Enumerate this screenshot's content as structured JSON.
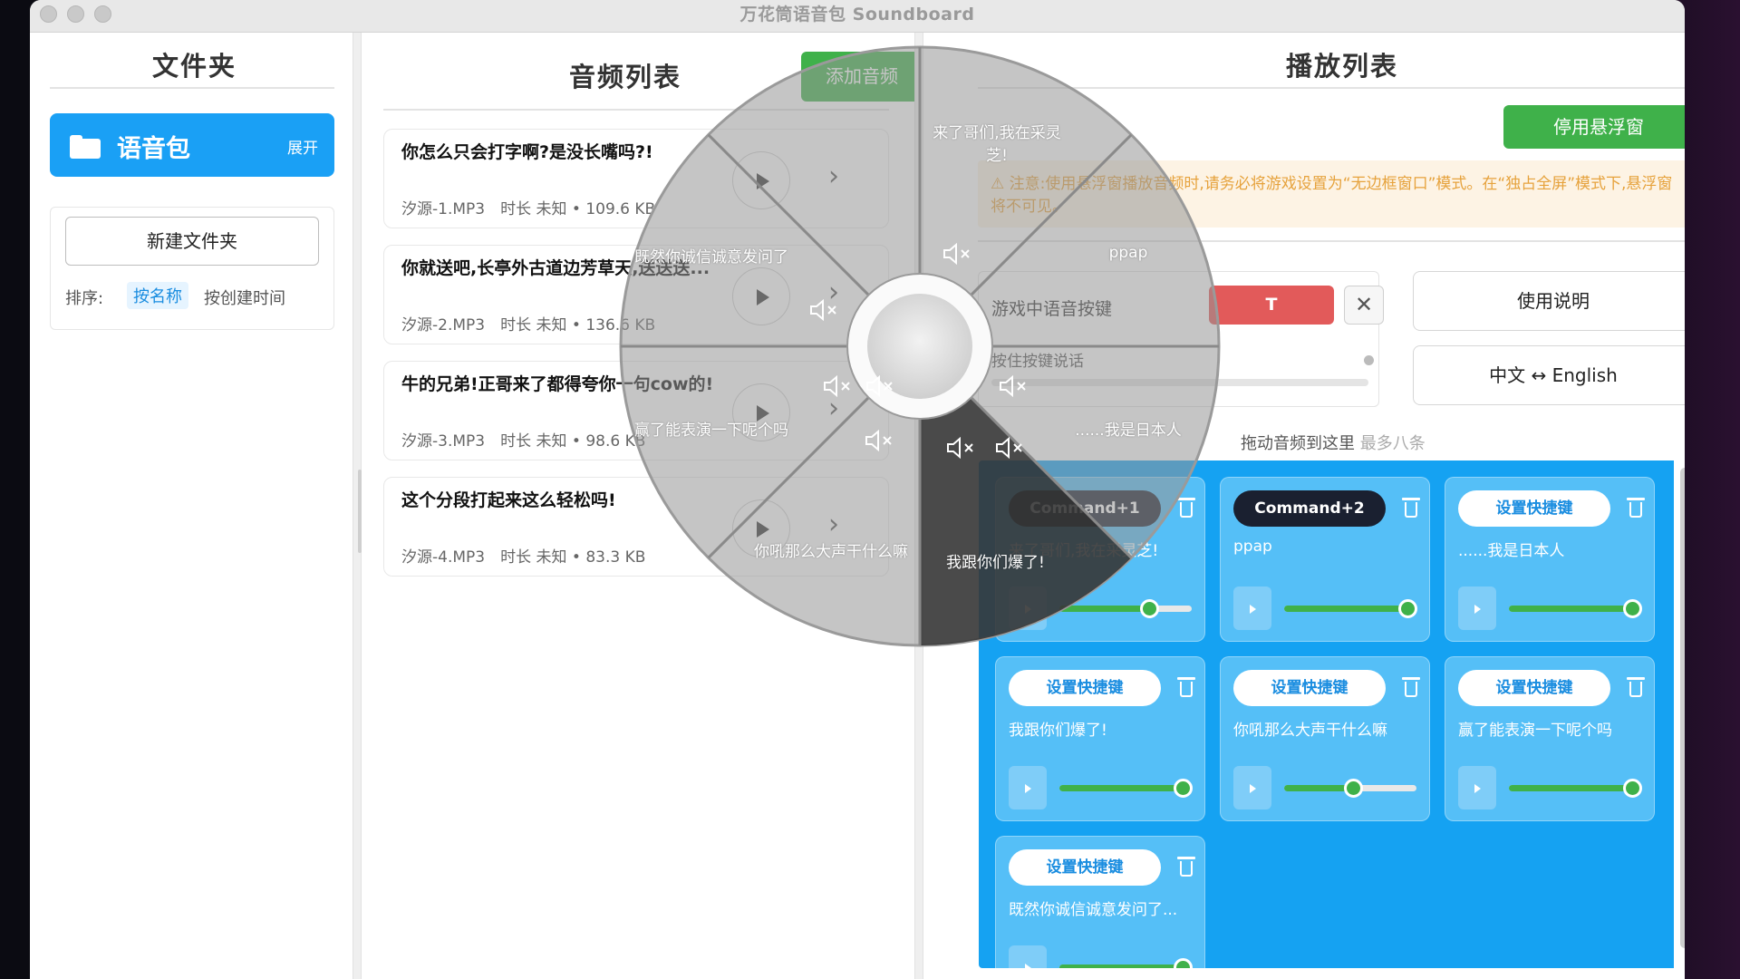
{
  "window": {
    "title": "万花筒语音包 Soundboard"
  },
  "left": {
    "title": "文件夹",
    "folder": {
      "name": "语音包",
      "expand": "展开"
    },
    "new_folder": "新建文件夹",
    "sort_label": "排序:",
    "sort_by_name": "按名称",
    "sort_by_time": "按创建时间"
  },
  "middle": {
    "title": "音频列表",
    "add_audio": "添加音频",
    "items": [
      {
        "title": "你怎么只会打字啊?是没长嘴吗?!",
        "meta": "汐源-1.MP3　时长 未知 • 109.6 KB"
      },
      {
        "title": "你就送吧,长亭外古道边芳草天,送送送...",
        "meta": "汐源-2.MP3　时长 未知 • 136.6 KB"
      },
      {
        "title": "牛的兄弟!正哥来了都得夸你一句cow的!",
        "meta": "汐源-3.MP3　时长 未知 • 98.6 KB"
      },
      {
        "title": "这个分段打起来这么轻松吗!",
        "meta": "汐源-4.MP3　时长 未知 • 83.3 KB"
      }
    ]
  },
  "right": {
    "title": "播放列表",
    "float_button": "停用悬浮窗",
    "warning": "⚠ 注意:使用悬浮窗播放音频时,请务必将游戏设置为“无边框窗口”模式。在“独占全屏”模式下,悬浮窗将不可见。",
    "game_key_label": "游戏中语音按键",
    "game_key_value": "T",
    "game_key_clear": "✕",
    "hold_hint": "按住按键说话",
    "help_button": "使用说明",
    "lang_button": "中文 ↔ English",
    "drag_hint": "拖动音频到这里",
    "drag_hint_max": "最多八条",
    "playlist": [
      {
        "hotkey": "Command+1",
        "name": "来了哥们,我在采灵芝!",
        "volume": 0.68
      },
      {
        "hotkey": "Command+2",
        "name": "ppap",
        "volume": 0.93
      },
      {
        "hotkey": "设置快捷键",
        "name": "......我是日本人",
        "volume": 0.93
      },
      {
        "hotkey": "设置快捷键",
        "name": "我跟你们爆了!",
        "volume": 0.93
      },
      {
        "hotkey": "设置快捷键",
        "name": "你吼那么大声干什么嘛",
        "volume": 0.52
      },
      {
        "hotkey": "设置快捷键",
        "name": "赢了能表演一下呢个吗",
        "volume": 0.93
      },
      {
        "hotkey": "设置快捷键",
        "name": "既然你诚信诚意发问了...",
        "volume": 0.93
      }
    ]
  },
  "wheel": {
    "labels": [
      "来了哥们,我在采灵芝!",
      "ppap",
      "......我是日本人",
      "我跟你们爆了!",
      "你吼那么大声干什么嘛",
      "赢了能表演一下呢个吗",
      "既然你诚信诚意发问了"
    ]
  },
  "colors": {
    "accent_blue": "#15a2f2",
    "green": "#3fb14a",
    "red_key": "#e25a5a",
    "warning_text": "#e6a23c"
  }
}
